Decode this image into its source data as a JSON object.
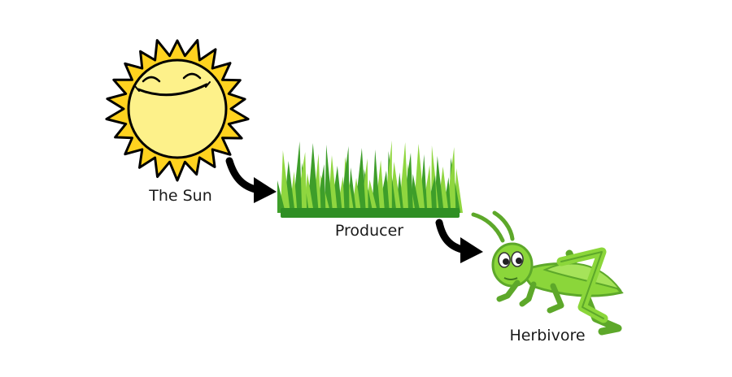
{
  "nodes": [
    {
      "id": "sun",
      "label": "The Sun",
      "icon": "sun-icon"
    },
    {
      "id": "producer",
      "label": "Producer",
      "icon": "grass-icon"
    },
    {
      "id": "herbivore",
      "label": "Herbivore",
      "icon": "grasshopper-icon"
    }
  ],
  "edges": [
    {
      "from": "sun",
      "to": "producer"
    },
    {
      "from": "producer",
      "to": "herbivore"
    }
  ],
  "colors": {
    "sun_face": "#FDF18A",
    "sun_rays": "#FFD21F",
    "grass_dark": "#3E9E2A",
    "grass_light": "#8FD63F",
    "grasshopper": "#8BD63A",
    "grasshopper_dark": "#5DA82A",
    "arrow": "#000000"
  }
}
